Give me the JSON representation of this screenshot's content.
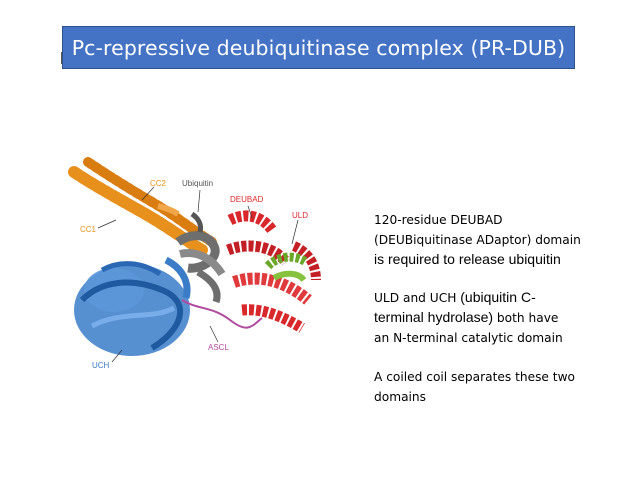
{
  "slide": {
    "title": "Pc-repressive deubiquitinase complex (PR-DUB)"
  },
  "figure": {
    "labels": {
      "cc2": "CC2",
      "cc1": "CC1",
      "ubiquitin": "Ubiquitin",
      "deubad": "DEUBAD",
      "uld": "ULD",
      "ascl": "ASCL",
      "uch": "UCH"
    },
    "colors": {
      "coiled_coil": "#e8901c",
      "uch": "#3a7cc8",
      "ubiquitin": "#6e6e6e",
      "deubad": "#d9282c",
      "uld": "#6aa82a",
      "ascl": "#b04a9e"
    }
  },
  "text": {
    "p1_line1": "120-residue DEUBAD",
    "p1_line2": "(DEUBiquitinase ADaptor) domain",
    "p1_line3": "is required to release ubiquitin",
    "p2_line1a": "ULD and UCH ",
    "p2_line1b": "(ubiquitin C-",
    "p2_line2a": "terminal hydrolase)",
    "p2_line2b": " both have",
    "p2_line3": "an N-terminal catalytic domain",
    "p3_line1": "A coiled coil separates these two",
    "p3_line2": "domains"
  }
}
